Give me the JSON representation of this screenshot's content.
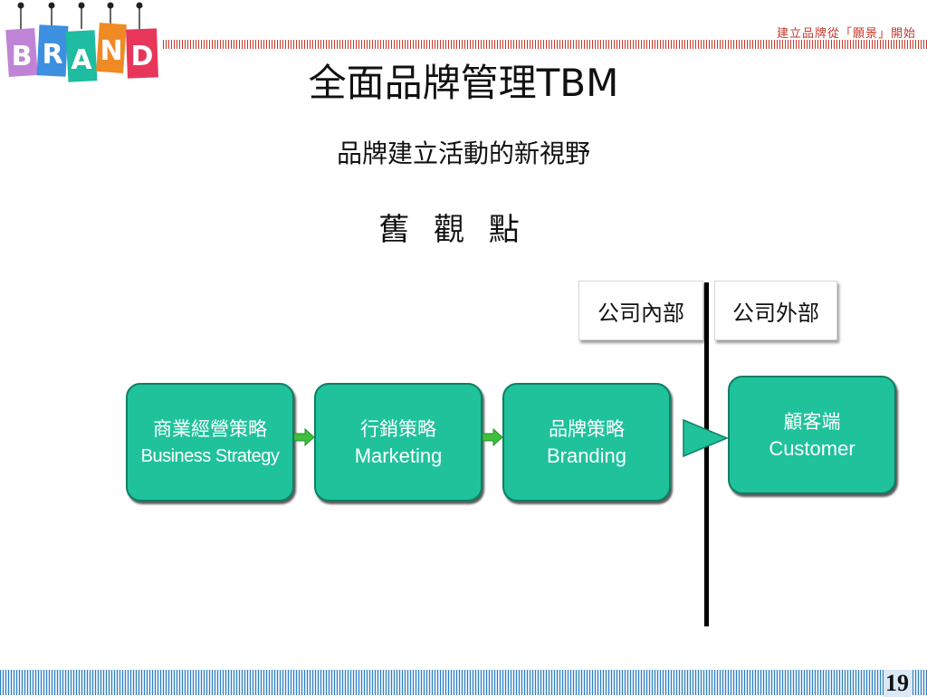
{
  "header": {
    "logo_letters": [
      "B",
      "R",
      "A",
      "N",
      "D"
    ],
    "tagline": "建立品牌從「願景」開始"
  },
  "title": "全面品牌管理TBM",
  "subtitle": "品牌建立活動的新視野",
  "section": "舊 觀 點",
  "labels": {
    "internal": "公司內部",
    "external": "公司外部"
  },
  "boxes": [
    {
      "zh": "商業經營策略",
      "en": "Business Strategy"
    },
    {
      "zh": "行銷策略",
      "en": "Marketing"
    },
    {
      "zh": "品牌策略",
      "en": "Branding"
    },
    {
      "zh": "顧客端",
      "en": "Customer"
    }
  ],
  "colors": {
    "box_fill": "#1fc29b",
    "box_border": "#0f7f63",
    "arrow_green": "#3fbf3f",
    "accent_red": "#c0392b",
    "footer_blue": "#2f7fbf"
  },
  "page_number": "19"
}
